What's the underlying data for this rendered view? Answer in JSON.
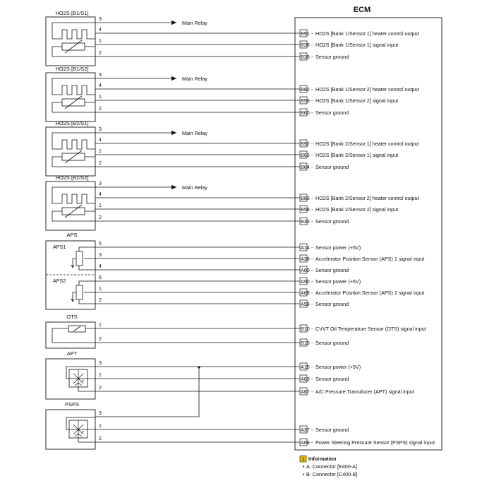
{
  "ecm": {
    "title": "ECM"
  },
  "main_relay": "Main Relay",
  "ho2s": [
    {
      "title": "HO2S [B1/S1]",
      "pins": {
        "relay": "3",
        "heater": "4",
        "signal": "1",
        "ground": "2"
      },
      "terms": {
        "heater": "B91",
        "signal": "B38",
        "ground": "B39"
      },
      "desc": {
        "heater": "HO2S [Bank 1/Sensor 1] heater control output",
        "signal": "HO2S [Bank 1/Sensor 1] signal input",
        "ground": "Sensor ground"
      }
    },
    {
      "title": "HO2S [B1/S2]",
      "pins": {
        "relay": "3",
        "heater": "4",
        "signal": "1",
        "ground": "2"
      },
      "terms": {
        "heater": "B82",
        "signal": "B59",
        "ground": "B60"
      },
      "desc": {
        "heater": "HO2S [Bank 1/Sensor 2] heater control output",
        "signal": "HO2S [Bank 1/Sensor 2] signal input",
        "ground": "Sensor ground"
      }
    },
    {
      "title": "HO2S [B2/S1]",
      "pins": {
        "relay": "3",
        "heater": "4",
        "signal": "1",
        "ground": "2"
      },
      "terms": {
        "heater": "B92",
        "signal": "B63",
        "ground": "B64"
      },
      "desc": {
        "heater": "HO2S [Bank 2/Sensor 1] heater control output",
        "signal": "HO2S [Bank 2/Sensor 1] signal input",
        "ground": "Sensor ground"
      }
    },
    {
      "title": "HO2S [B2/S2]",
      "pins": {
        "relay": "3",
        "heater": "4",
        "signal": "1",
        "ground": "2"
      },
      "terms": {
        "heater": "B83",
        "signal": "B58",
        "ground": "B33"
      },
      "desc": {
        "heater": "HO2S [Bank 2/Sensor 2] heater control output",
        "signal": "HO2S [Bank 2/Sensor 2] signal input",
        "ground": "Sensor ground"
      }
    }
  ],
  "aps": {
    "title": "APS",
    "aps1": {
      "label": "APS1",
      "rows": [
        {
          "pin": "5",
          "term": "A14",
          "desc": "Sensor power (+5V)"
        },
        {
          "pin": "3",
          "term": "A38",
          "desc": "Accelerator Position Sensor (APS) 1 signal input"
        },
        {
          "pin": "4",
          "term": "A60",
          "desc": "Sensor ground"
        }
      ]
    },
    "aps2": {
      "label": "APS2",
      "rows": [
        {
          "pin": "6",
          "term": "A90",
          "desc": "Sensor power (+5V)"
        },
        {
          "pin": "1",
          "term": "A68",
          "desc": "Accelerator Position Sensor (APS) 2 signal input"
        },
        {
          "pin": "2",
          "term": "A59",
          "desc": "Sensor ground"
        }
      ]
    }
  },
  "ots": {
    "title": "OTS",
    "rows": [
      {
        "pin": "1",
        "term": "B10",
        "desc": "CVVT Oil Temperature Sensor (OTS) signal input"
      },
      {
        "pin": "2",
        "term": "B19",
        "desc": "Sensor ground"
      }
    ]
  },
  "apt": {
    "title": "APT",
    "rows": [
      {
        "pin": "3",
        "term": "A15",
        "desc": "Sensor power (+5V)"
      },
      {
        "pin": "1",
        "term": "A63",
        "desc": "Sensor ground"
      },
      {
        "pin": "2",
        "term": "A67",
        "desc": "A/C Pressure Transducer (APT) signal input"
      }
    ]
  },
  "psps": {
    "title": "PSPS",
    "power_pin": "3",
    "rows": [
      {
        "pin": "1",
        "term": "A37",
        "desc": "Sensor ground"
      },
      {
        "pin": "2",
        "term": "A69",
        "desc": "Power Steering Pressure Sensor (PSPS) signal input"
      }
    ]
  },
  "info": {
    "title": "Information",
    "icon": "info-icon",
    "items": [
      "A: Connector [E400-A]",
      "B: Connector [C400-B]"
    ]
  }
}
